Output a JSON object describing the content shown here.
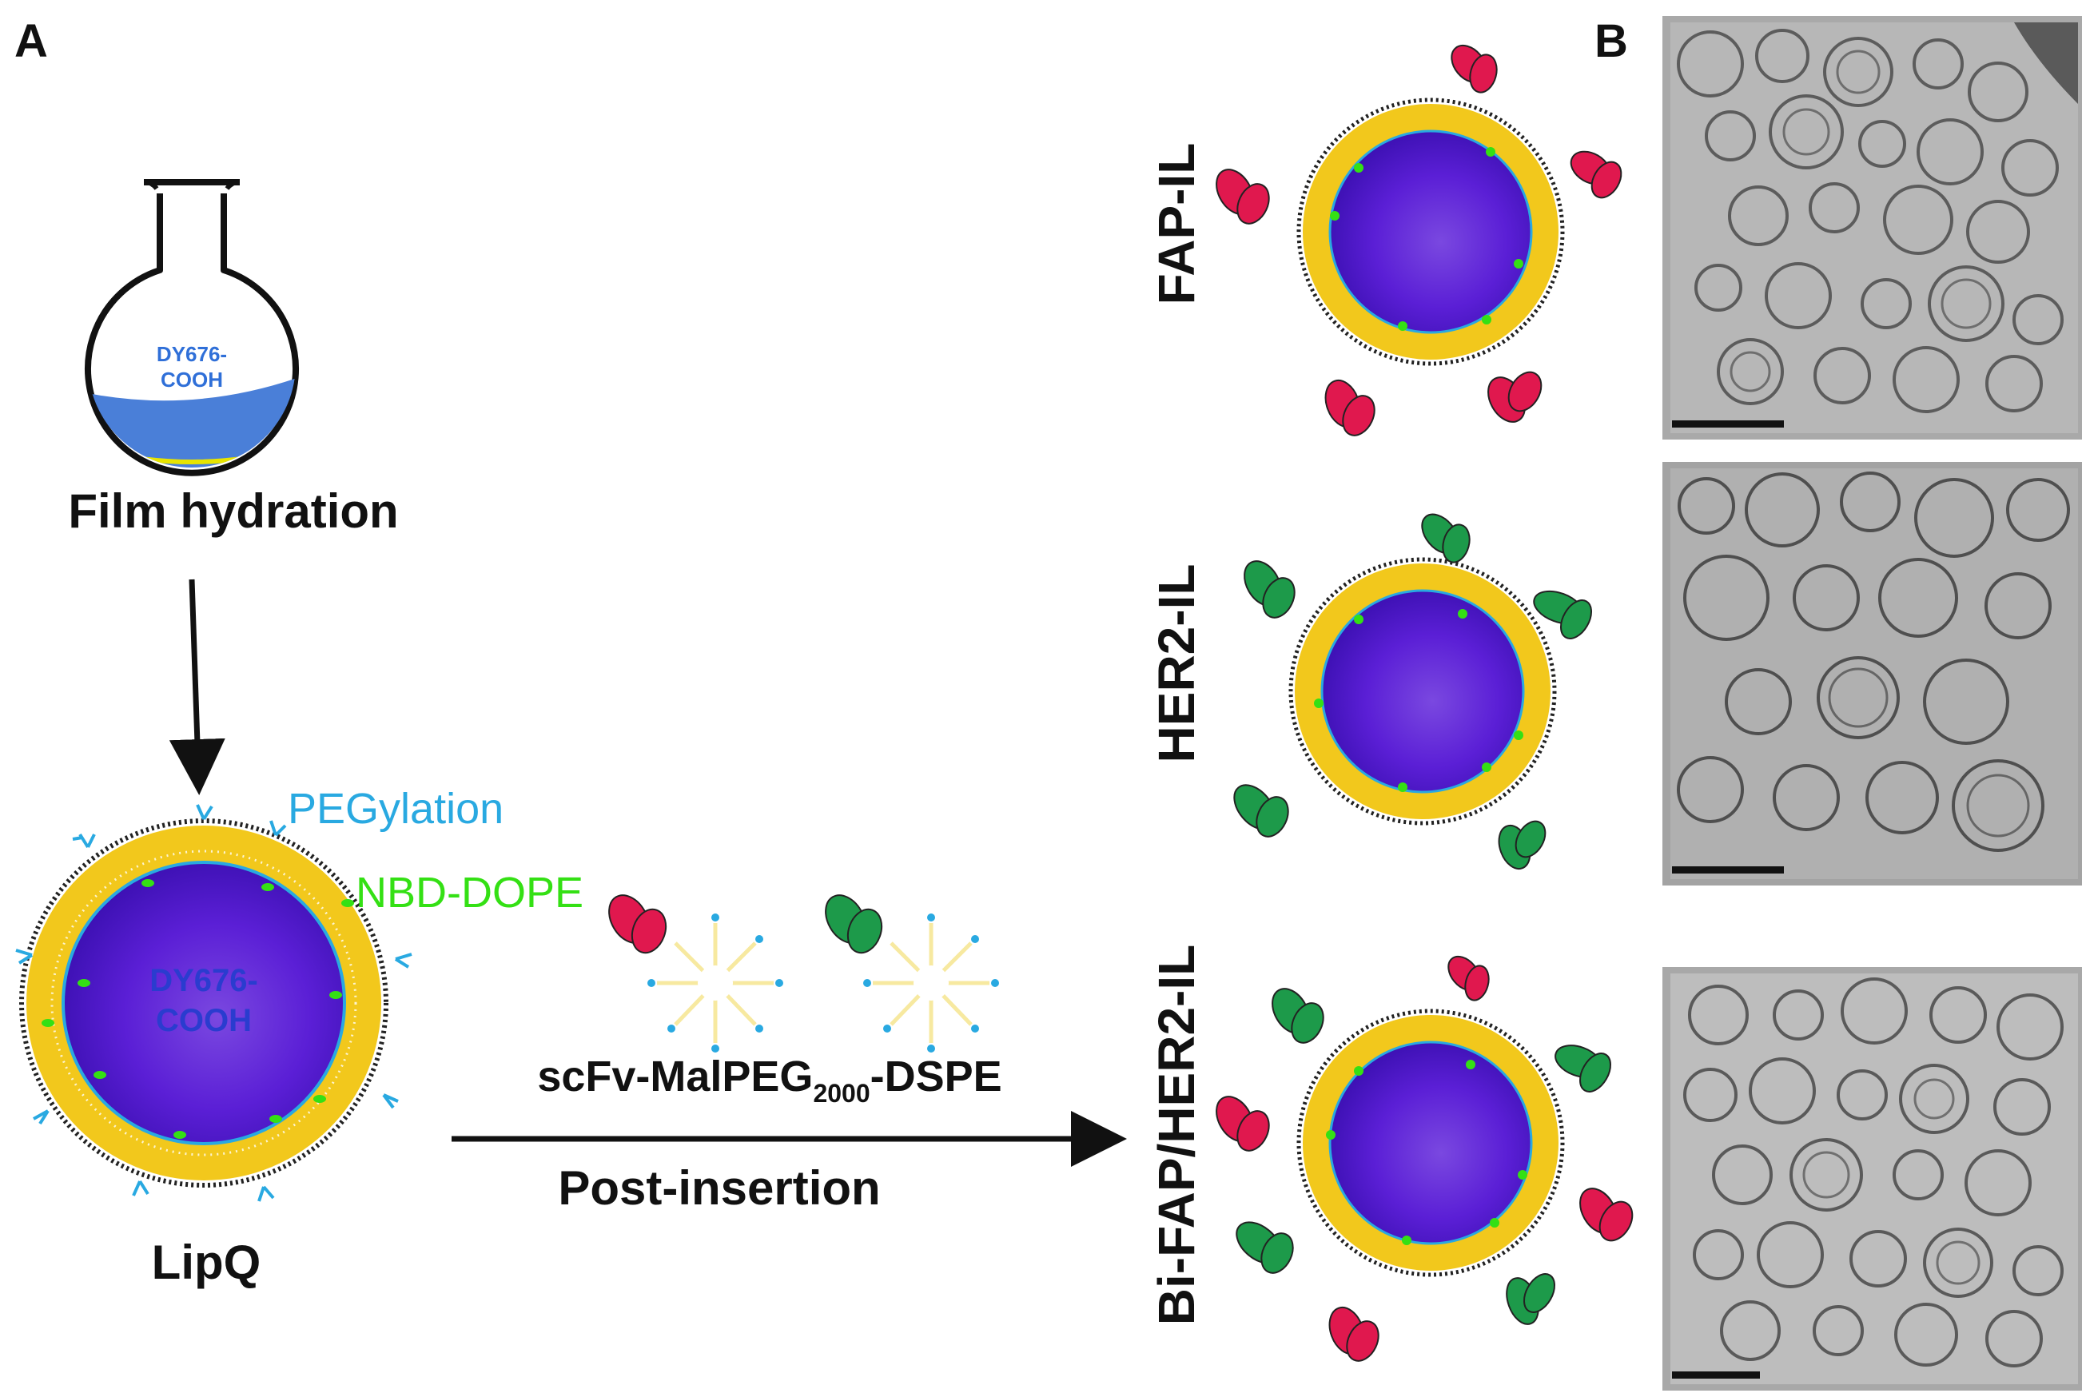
{
  "panel_a": {
    "letter": "A",
    "flask_label_line1": "DY676-",
    "flask_label_line2": "COOH",
    "film_hydration": "Film hydration",
    "pegylation": "PEGylation",
    "nbd_dope": "NBD-DOPE",
    "core_label_line1": "DY676-",
    "core_label_line2": "COOH",
    "lipq": "LipQ",
    "reagent_prefix": "scFv-MalPEG",
    "reagent_subscript": "2000",
    "reagent_suffix": "-DSPE",
    "post_insertion": "Post-insertion"
  },
  "panel_b": {
    "letter": "B",
    "rows": [
      {
        "label": "FAP-IL"
      },
      {
        "label": "HER2-IL"
      },
      {
        "label": "Bi-FAP/HER2-IL"
      }
    ]
  },
  "colors": {
    "core": "#5b1fd6",
    "shell": "#f2c81c",
    "peg": "#29a9e1",
    "nbd": "#34e014",
    "fap_scfv": "#e0184e",
    "her2_scfv": "#1d9a4a",
    "flask_liquid": "#4a7fd8"
  }
}
